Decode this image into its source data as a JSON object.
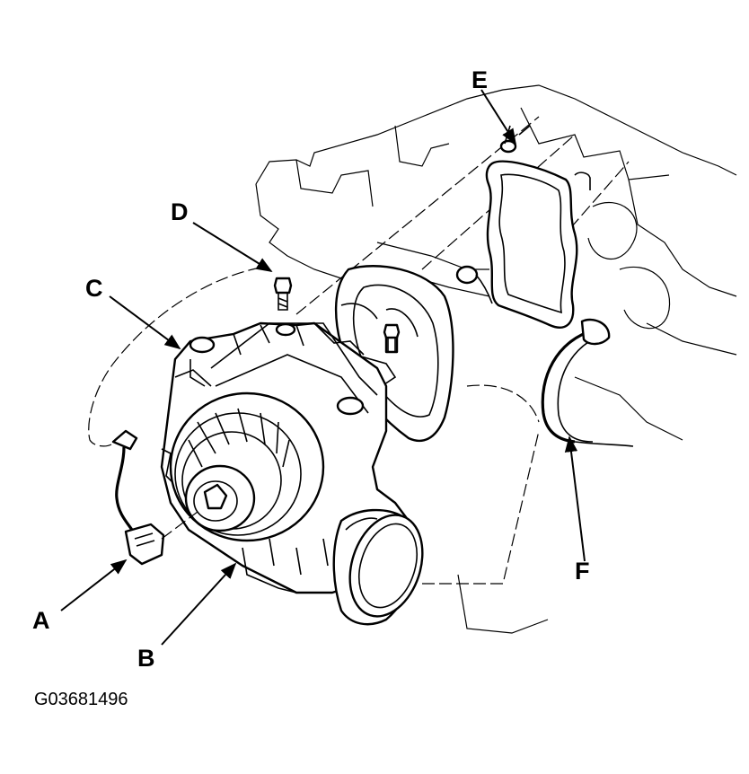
{
  "figure": {
    "code": "G03681496",
    "callouts": [
      {
        "id": "A",
        "label": "A"
      },
      {
        "id": "B",
        "label": "B"
      },
      {
        "id": "C",
        "label": "C"
      },
      {
        "id": "D",
        "label": "D"
      },
      {
        "id": "E",
        "label": "E"
      },
      {
        "id": "F",
        "label": "F"
      }
    ]
  }
}
